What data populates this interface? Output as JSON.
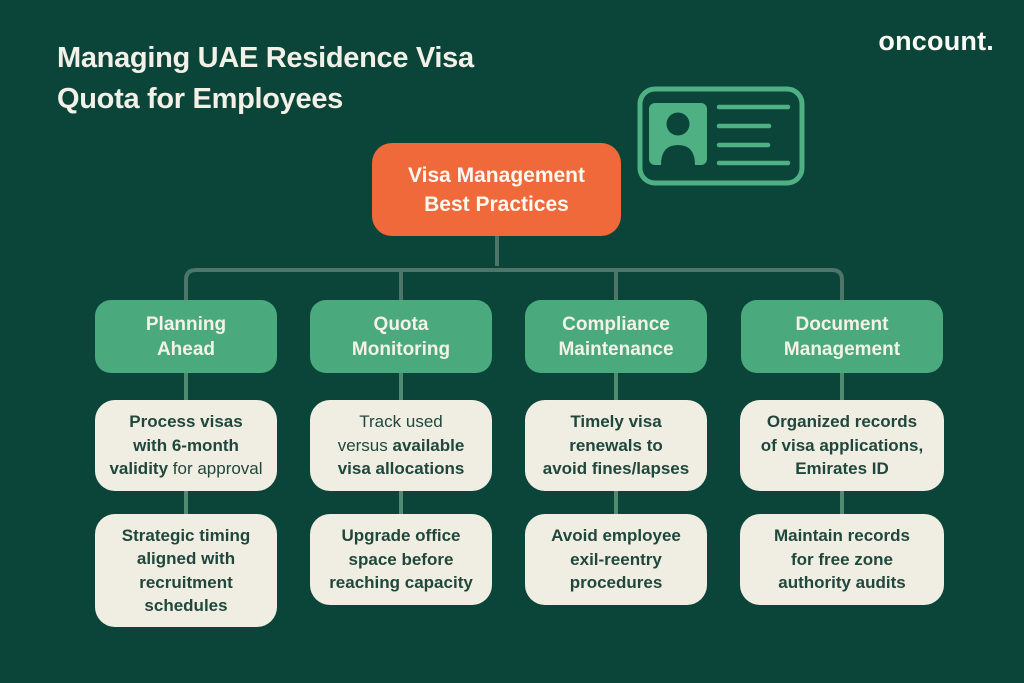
{
  "colors": {
    "background": "#0b4539",
    "accent_orange": "#f0693a",
    "branch_green": "#4baa7d",
    "card_cream": "#f0eee3",
    "icon_green": "#4fb183",
    "connector_muted": "#4d7668",
    "connector_bright": "#4f8a72",
    "text_dark": "#20473c",
    "text_light": "#f2f0e7"
  },
  "header": {
    "title_lines": [
      "Managing UAE Residence Visa",
      "Quota for Employees"
    ],
    "brand": "oncount."
  },
  "icons": {
    "id_card": "id-card-outline-with-photo-and-text-lines"
  },
  "root": {
    "label_lines": [
      "Visa Management",
      "Best Practices"
    ]
  },
  "branches": [
    {
      "label_lines": [
        "Planning",
        "Ahead"
      ],
      "items": [
        {
          "lines": [
            [
              {
                "t": "Process visas",
                "b": true
              }
            ],
            [
              {
                "t": "with 6-month",
                "b": true
              }
            ],
            [
              {
                "t": "validity",
                "b": true
              },
              {
                "t": " for approval",
                "b": false
              }
            ]
          ]
        },
        {
          "lines": [
            "Strategic timing",
            "aligned with",
            "recruitment",
            "schedules"
          ]
        }
      ]
    },
    {
      "label_lines": [
        "Quota",
        "Monitoring"
      ],
      "items": [
        {
          "lines": [
            [
              {
                "t": "Track used",
                "b": false
              }
            ],
            [
              {
                "t": "versus ",
                "b": false
              },
              {
                "t": "available",
                "b": true
              }
            ],
            [
              {
                "t": "visa allocations",
                "b": true
              }
            ]
          ]
        },
        {
          "lines": [
            "Upgrade office",
            "space before",
            "reaching capacity"
          ]
        }
      ]
    },
    {
      "label_lines": [
        "Compliance",
        "Maintenance"
      ],
      "items": [
        {
          "lines": [
            "Timely visa",
            "renewals to",
            "avoid fines/lapses"
          ]
        },
        {
          "lines": [
            "Avoid employee",
            "exil-reentry",
            "procedures"
          ]
        }
      ]
    },
    {
      "label_lines": [
        "Document",
        "Management"
      ],
      "items": [
        {
          "lines": [
            "Organized records",
            "of visa applications,",
            "Emirates ID"
          ]
        },
        {
          "lines": [
            "Maintain records",
            "for free zone",
            "authority audits"
          ]
        }
      ]
    }
  ]
}
